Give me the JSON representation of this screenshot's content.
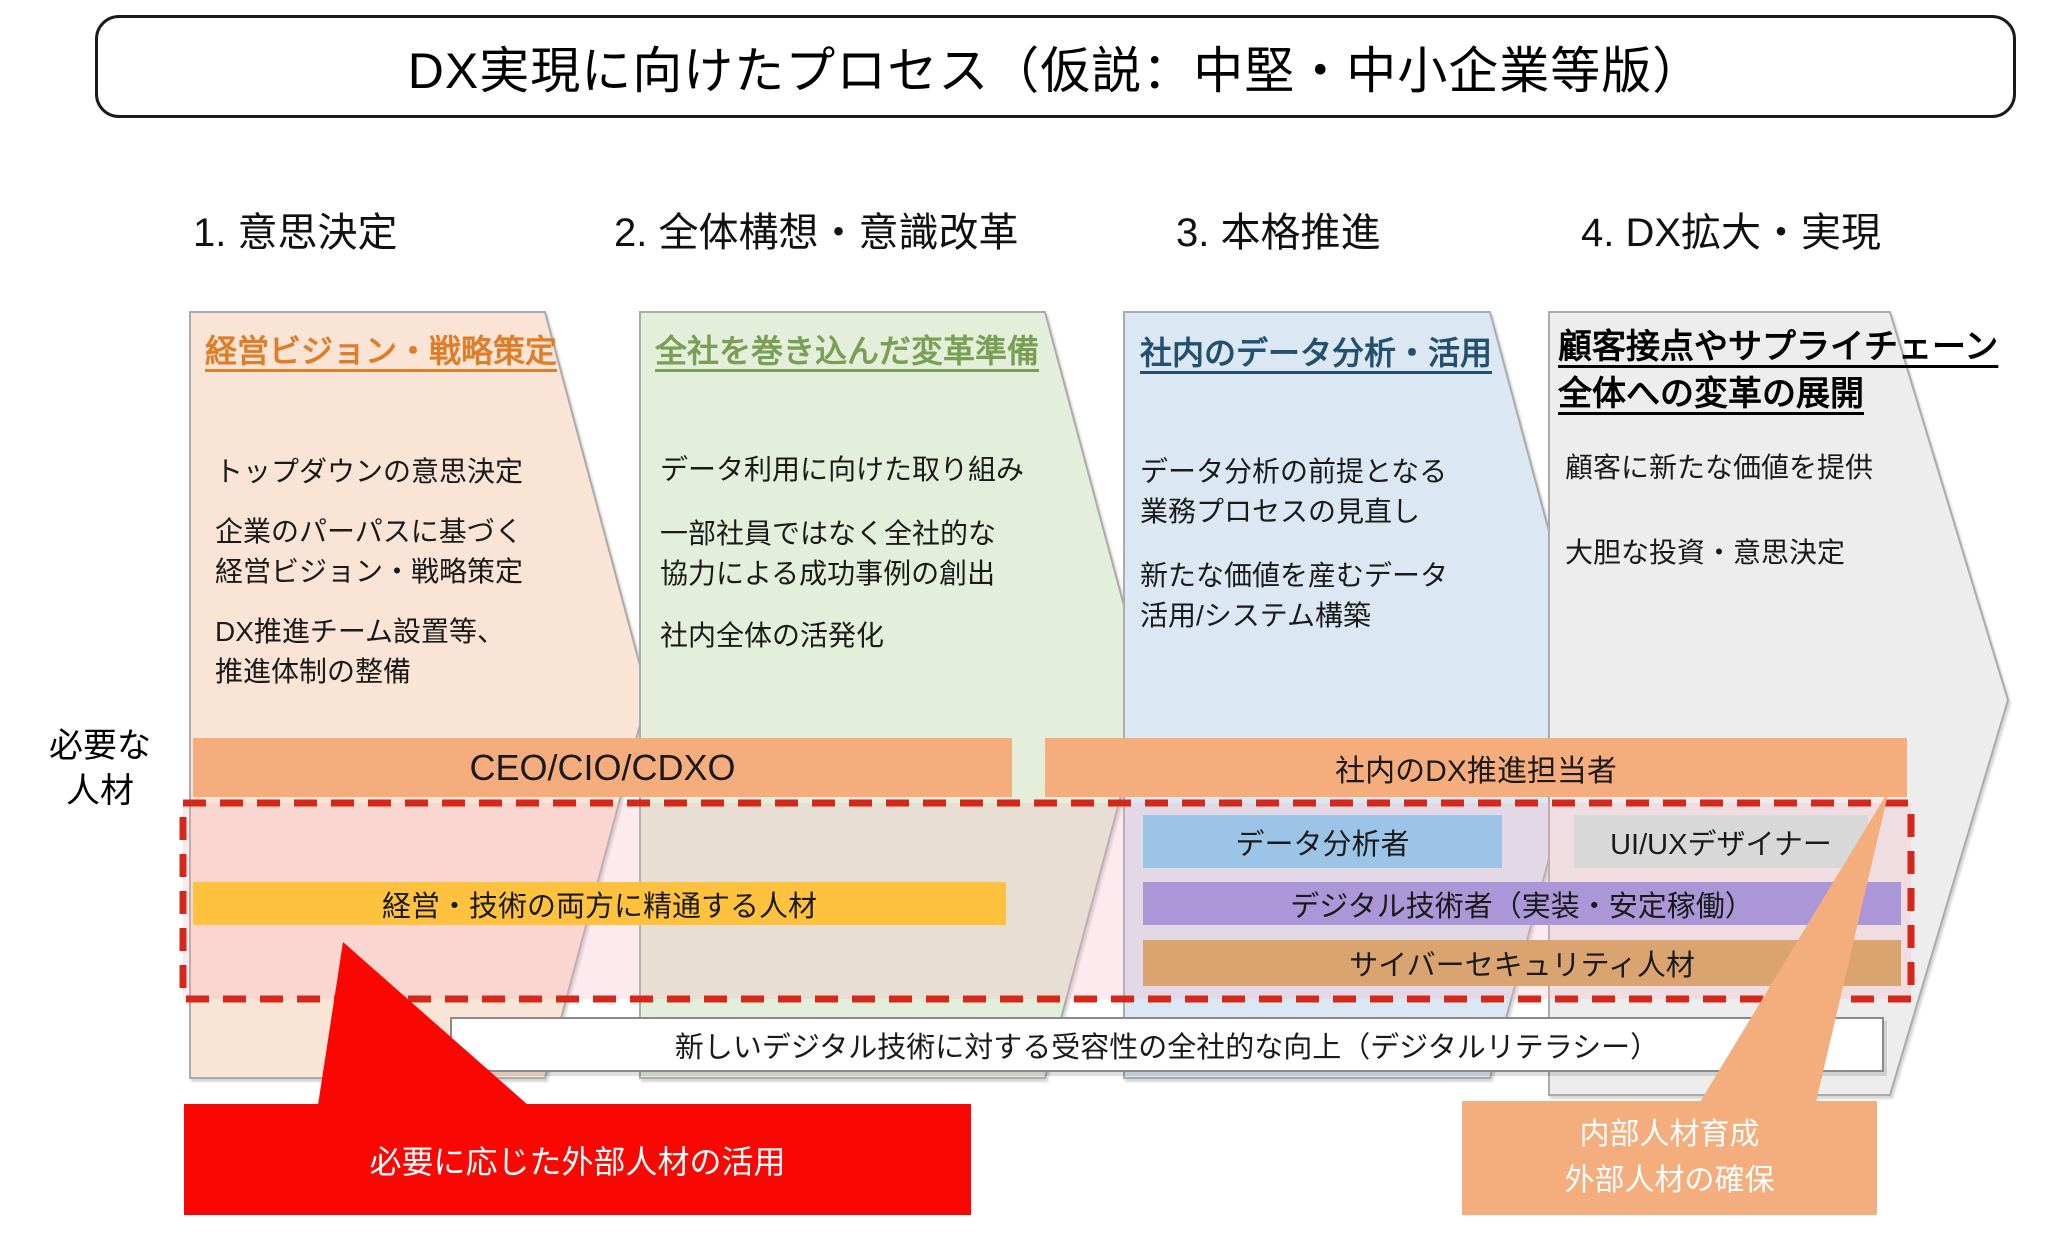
{
  "title": "DX実現に向けたプロセス（仮説：中堅・中小企業等版）",
  "people_label": "必要な\n人材",
  "phases": [
    {
      "step": "1. 意思決定",
      "header": "経営ビジョン・戦略策定",
      "paragraphs": [
        "トップダウンの意思決定",
        "企業のパーパスに基づく\n経営ビジョン・戦略策定",
        "DX推進チーム設置等、\n推進体制の整備"
      ]
    },
    {
      "step": "2. 全体構想・意識改革",
      "header": "全社を巻き込んだ変革準備",
      "paragraphs": [
        "データ利用に向けた取り組み",
        "一部社員ではなく全社的な\n協力による成功事例の創出",
        "社内全体の活発化"
      ]
    },
    {
      "step": "3. 本格推進",
      "header": "社内のデータ分析・活用",
      "paragraphs": [
        "データ分析の前提となる\n業務プロセスの見直し",
        "新たな価値を産むデータ\n活用/システム構築"
      ]
    },
    {
      "step": "4. DX拡大・実現",
      "header": "顧客接点やサプライチェーン\n全体への変革の展開",
      "paragraphs": [
        "顧客に新たな価値を提供",
        "大胆な投資・意思決定"
      ]
    }
  ],
  "talent_bars": {
    "ceo": "CEO/CIO/CDXO",
    "dx_lead": "社内のDX推進担当者",
    "biz_tech": "経営・技術の両方に精通する人材",
    "data_analyst": "データ分析者",
    "uiux": "UI/UXデザイナー",
    "digital_engineer": "デジタル技術者（実装・安定稼働）",
    "cyber_security": "サイバーセキュリティ人材"
  },
  "literacy_bar": "新しいデジタル技術に対する受容性の全社的な向上（デジタルリテラシー）",
  "callouts": {
    "external": "必要に応じた外部人材の活用",
    "internal": "内部人材育成\n外部人材の確保"
  },
  "colors": {
    "phase1_fill": "#FAE4D5",
    "phase2_fill": "#E4EFDB",
    "phase3_fill": "#DBE8F4",
    "phase4_fill": "#EDEDED",
    "phase1_accent": "#DE7E2A",
    "phase2_accent": "#7A9E53",
    "phase3_accent": "#24506F",
    "phase4_accent": "#000000",
    "people_bar": "#F5AD7D",
    "biz_tech_bar": "#FEC23E",
    "data_analyst_bar": "#9CC4E6",
    "uiux_bar": "#D8D8D8",
    "digital_engineer_bar": "#AB97D7",
    "cyber_security_bar": "#D9A470",
    "scope_dash": "#D5281B",
    "external_red": "#FB0703",
    "internal_orange": "#F4AE7D"
  }
}
